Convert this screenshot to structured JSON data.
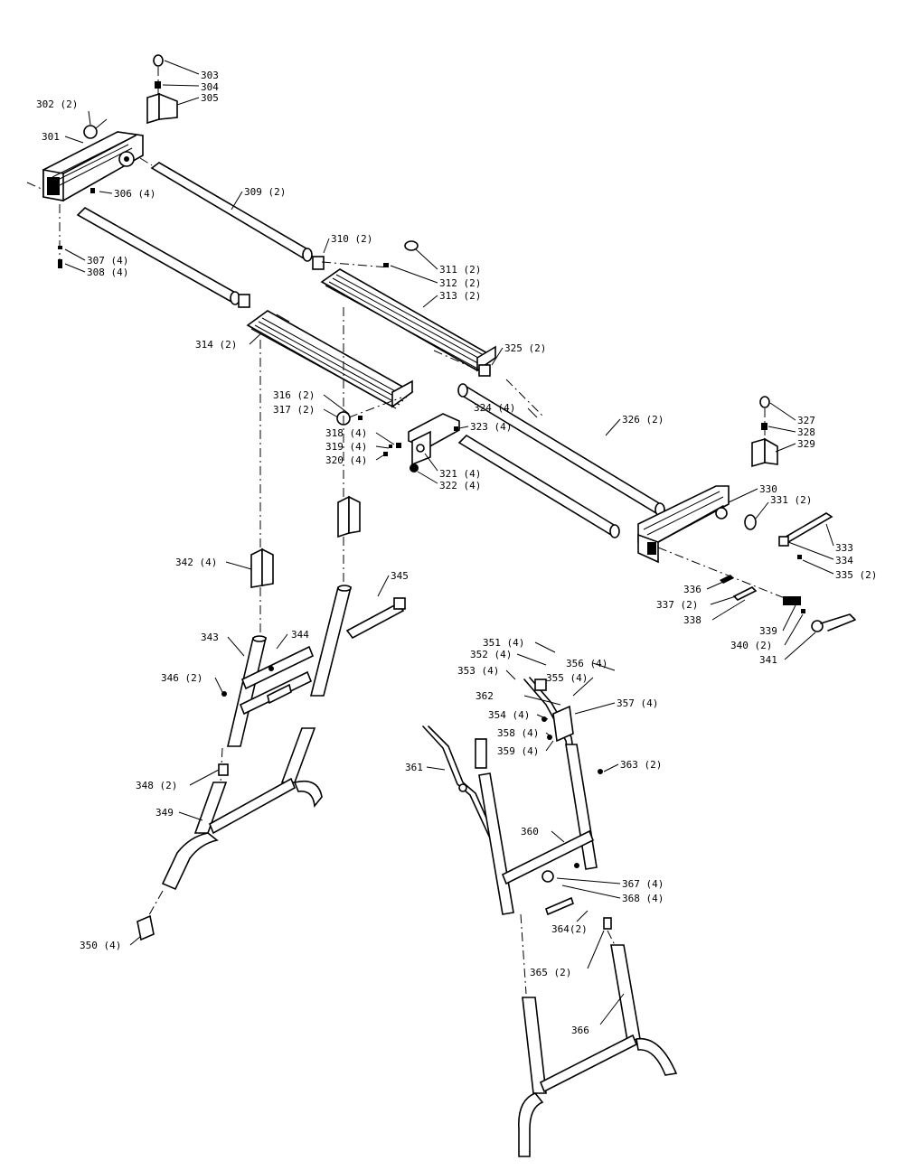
{
  "labels": [
    {
      "id": "301",
      "text": "301"
    },
    {
      "id": "302",
      "text": "302 (2)"
    },
    {
      "id": "303",
      "text": "303"
    },
    {
      "id": "304",
      "text": "304"
    },
    {
      "id": "305",
      "text": "305"
    },
    {
      "id": "306",
      "text": "306 (4)"
    },
    {
      "id": "307",
      "text": "307 (4)"
    },
    {
      "id": "308",
      "text": "308 (4)"
    },
    {
      "id": "309",
      "text": "309 (2)"
    },
    {
      "id": "310",
      "text": "310 (2)"
    },
    {
      "id": "311",
      "text": "311 (2)"
    },
    {
      "id": "312",
      "text": "312 (2)"
    },
    {
      "id": "313",
      "text": "313 (2)"
    },
    {
      "id": "314",
      "text": "314 (2)"
    },
    {
      "id": "316",
      "text": "316 (2)"
    },
    {
      "id": "317",
      "text": "317 (2)"
    },
    {
      "id": "318",
      "text": "318 (4)"
    },
    {
      "id": "319",
      "text": "319 (4)"
    },
    {
      "id": "320",
      "text": "320 (4)"
    },
    {
      "id": "321",
      "text": "321 (4)"
    },
    {
      "id": "322",
      "text": "322 (4)"
    },
    {
      "id": "323",
      "text": "323 (4)"
    },
    {
      "id": "324",
      "text": "324 (4)"
    },
    {
      "id": "325",
      "text": "325 (2)"
    },
    {
      "id": "326",
      "text": "326 (2)"
    },
    {
      "id": "327",
      "text": "327"
    },
    {
      "id": "328",
      "text": "328"
    },
    {
      "id": "329",
      "text": "329"
    },
    {
      "id": "330",
      "text": "330"
    },
    {
      "id": "331",
      "text": "331 (2)"
    },
    {
      "id": "333",
      "text": "333"
    },
    {
      "id": "334",
      "text": "334"
    },
    {
      "id": "335",
      "text": "335 (2)"
    },
    {
      "id": "336",
      "text": "336"
    },
    {
      "id": "337",
      "text": "337 (2)"
    },
    {
      "id": "338",
      "text": "338"
    },
    {
      "id": "339",
      "text": "339"
    },
    {
      "id": "340",
      "text": "340 (2)"
    },
    {
      "id": "341",
      "text": "341"
    },
    {
      "id": "342",
      "text": "342 (4)"
    },
    {
      "id": "343",
      "text": "343"
    },
    {
      "id": "344",
      "text": "344"
    },
    {
      "id": "345",
      "text": "345"
    },
    {
      "id": "346",
      "text": "346 (2)"
    },
    {
      "id": "348",
      "text": "348 (2)"
    },
    {
      "id": "349",
      "text": "349"
    },
    {
      "id": "350",
      "text": "350 (4)"
    },
    {
      "id": "351",
      "text": "351 (4)"
    },
    {
      "id": "352",
      "text": "352 (4)"
    },
    {
      "id": "353",
      "text": "353 (4)"
    },
    {
      "id": "354",
      "text": "354 (4)"
    },
    {
      "id": "355",
      "text": "355 (4)"
    },
    {
      "id": "356",
      "text": "356 (4)"
    },
    {
      "id": "357",
      "text": "357 (4)"
    },
    {
      "id": "358",
      "text": "358 (4)"
    },
    {
      "id": "359",
      "text": "359 (4)"
    },
    {
      "id": "360",
      "text": "360"
    },
    {
      "id": "361",
      "text": "361"
    },
    {
      "id": "362",
      "text": "362"
    },
    {
      "id": "363",
      "text": "363 (2)"
    },
    {
      "id": "364",
      "text": "364(2)"
    },
    {
      "id": "365",
      "text": "365 (2)"
    },
    {
      "id": "366",
      "text": "366"
    },
    {
      "id": "367",
      "text": "367 (4)"
    },
    {
      "id": "368",
      "text": "368 (4)"
    }
  ]
}
